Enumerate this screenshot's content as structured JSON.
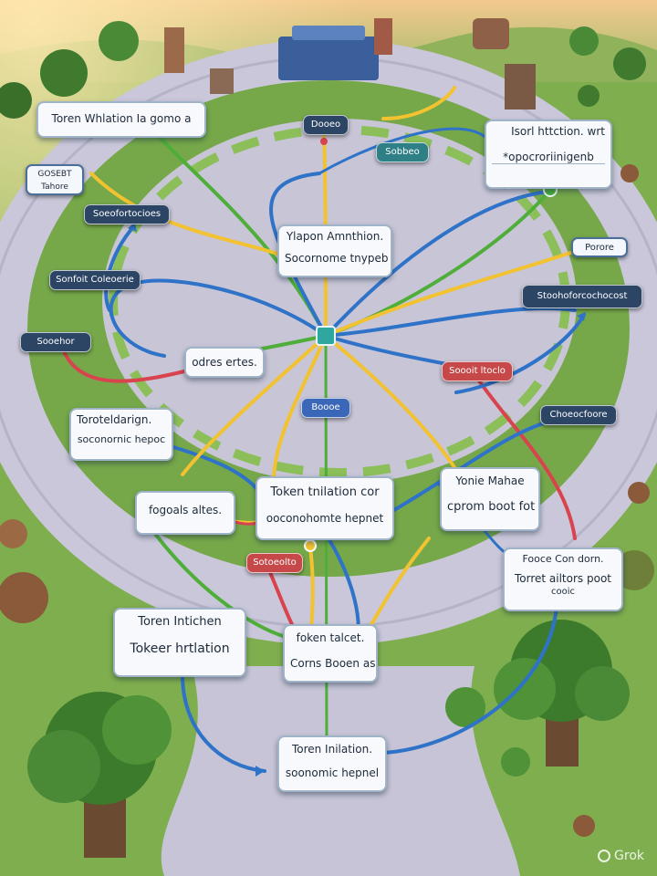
{
  "colors": {
    "grass": "#7fae4e",
    "path": "#c9c7d9",
    "wire_blue": "#2f73c8",
    "wire_yellow": "#f2c230",
    "wire_green": "#4fae3a",
    "wire_red": "#d9434e",
    "hub": "#2fa6a0"
  },
  "nodes": {
    "top_left": {
      "l1": "Toren Whlation  Ia gomo a"
    },
    "top_right": {
      "l1": "Isorl httction. wrt",
      "l2": "*opocroriinigenb"
    },
    "center_top": {
      "l1": "Ylapon Amnthion.",
      "l2": "Socornome tnypeb"
    },
    "left_mid": {
      "l1": "odres ertes."
    },
    "left_card": {
      "l1": "Toroteldarign.",
      "l2": "soconornic hepoc"
    },
    "center": {
      "l1": "Token tnilation cor",
      "l2": "ooconohomte hepnet"
    },
    "right_card": {
      "l1": "Yonie Mahae",
      "l2": "cprom boot fot"
    },
    "left_small": {
      "l1": "fogoals altes."
    },
    "right_lower": {
      "l1": "Fooce  Con dorn.",
      "l2": "Torret ailtors poot",
      "l3": "cooic"
    },
    "bottom_left": {
      "l1": "Toren Intichen",
      "l2": "Tokeer hrtlation"
    },
    "bottom_center": {
      "l1": "foken talcet.",
      "l2": "Corns Booen as"
    },
    "bottom": {
      "l1": "Toren Inilation.",
      "l2": "soonomic hepnel"
    }
  },
  "pills": {
    "top_a": "Dooeo",
    "top_b": "Sobbeo",
    "tl_label": "GOSEBT Tahore",
    "left_a": "Soeofortocioes",
    "left_b": "Sonfoit Coleoerie",
    "left_c": "Sooehor",
    "right_a": "Porore",
    "right_b": "Stoohoforcochocost",
    "red_right": "Soooit ltoclo",
    "mid_small": "Boooe",
    "right_c": "Choeocfoore",
    "red_bottom": "Sotoeolto"
  },
  "watermark": "Grok"
}
